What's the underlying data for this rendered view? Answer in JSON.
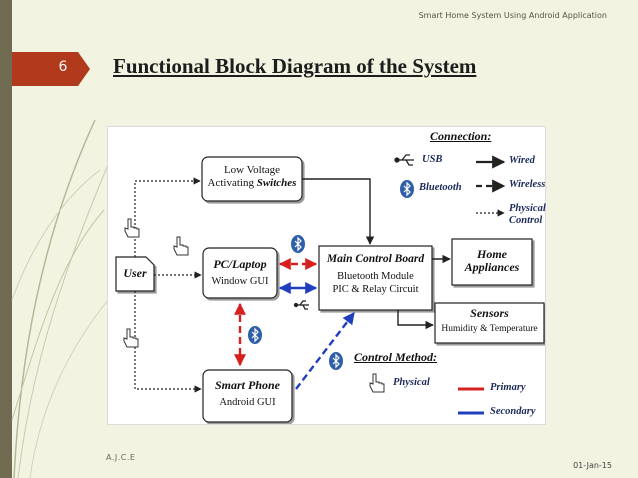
{
  "header": {
    "presentation_title": "Smart Home System Using Android Application"
  },
  "slide": {
    "number": "6",
    "title": "Functional Block Diagram of the System"
  },
  "diagram": {
    "blocks": {
      "low_voltage": {
        "line1": "Low Voltage",
        "line2": "Activating",
        "line2_bold": "Switches"
      },
      "user": {
        "label": "User"
      },
      "pc_laptop": {
        "title": "PC/Laptop",
        "subtitle": "Window GUI"
      },
      "smart_phone": {
        "title": "Smart Phone",
        "subtitle": "Android GUI"
      },
      "main_control": {
        "title": "Main Control Board",
        "line2": "Bluetooth Module",
        "line3": "PIC & Relay Circuit"
      },
      "home_appliances": {
        "line1": "Home",
        "line2": "Appliances"
      },
      "sensors": {
        "title": "Sensors",
        "subtitle": "Humidity & Temperature"
      }
    },
    "legend": {
      "connection_title": "Connection:",
      "usb": "USB",
      "bluetooth": "Bluetooth",
      "wired": "Wired",
      "wireless": "Wireless",
      "physical_control_line1": "Physical",
      "physical_control_line2": "Control",
      "control_method_title": "Control Method:",
      "physical": "Physical",
      "primary": "Primary",
      "secondary": "Secondary"
    },
    "colors": {
      "primary": "#d62020",
      "secondary": "#1f3fbf",
      "bluetooth": "#2f5fa8",
      "line": "#222222"
    },
    "icons": [
      "hand-pointer-icon",
      "bluetooth-icon",
      "usb-icon"
    ]
  },
  "footer": {
    "author": "A.J.C.E",
    "date": "01-Jan-15"
  }
}
